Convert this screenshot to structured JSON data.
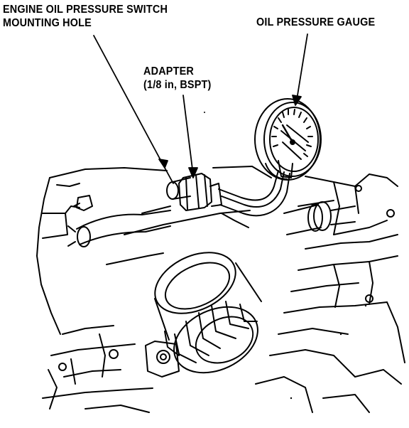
{
  "labels": {
    "switch_line1": "ENGINE OIL PRESSURE SWITCH",
    "switch_line2": "MOUNTING HOLE",
    "gauge": "OIL PRESSURE GAUGE",
    "adapter_line1": "ADAPTER",
    "adapter_line2": "(1/8 in, BSPT)"
  },
  "colors": {
    "ink": "#000000",
    "paper": "#ffffff"
  }
}
